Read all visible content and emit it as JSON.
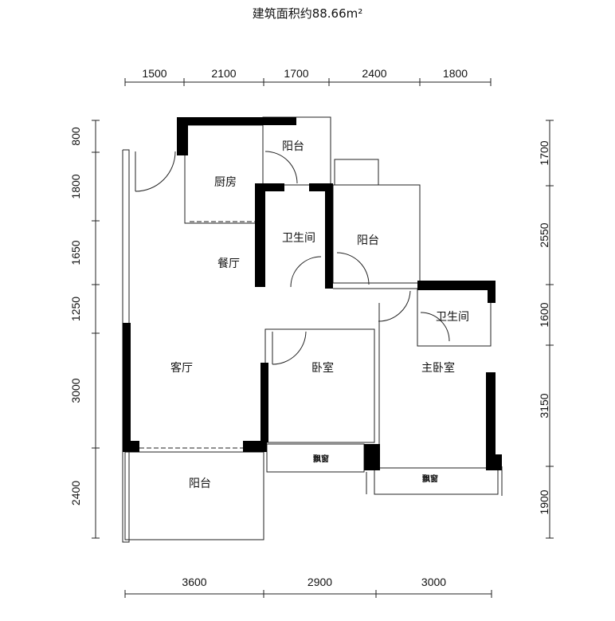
{
  "title": "建筑面积约88.66m²",
  "dimensions": {
    "top": [
      "1500",
      "2100",
      "1700",
      "2400",
      "1800"
    ],
    "left": [
      "800",
      "1800",
      "1650",
      "1250",
      "3000",
      "2400"
    ],
    "right": [
      "1700",
      "2550",
      "1600",
      "3150",
      "1900"
    ],
    "bottom": [
      "3600",
      "2900",
      "3000"
    ]
  },
  "rooms": {
    "kitchen": "厨房",
    "balcony_kitchen": "阳台",
    "bathroom_common": "卫生间",
    "balcony_middle": "阳台",
    "dining": "餐厅",
    "bathroom_master": "卫生间",
    "living": "客厅",
    "bedroom": "卧室",
    "master_bedroom": "主卧室",
    "balcony_living": "阳台",
    "bay_window_bedroom": "飘窗",
    "bay_window_master": "飘窗"
  }
}
